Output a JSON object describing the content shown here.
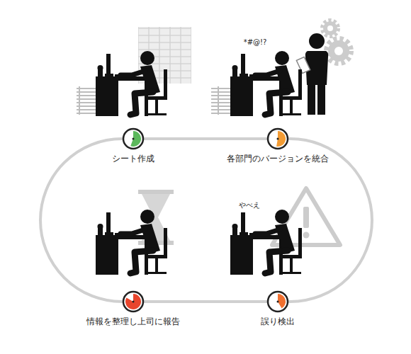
{
  "diagram": {
    "labels": [
      "*#@!?",
      "シート作成",
      "各部門のバージョンを統合",
      "やべえ",
      "情報を整理し上司に報告",
      "誤り検出"
    ]
  }
}
